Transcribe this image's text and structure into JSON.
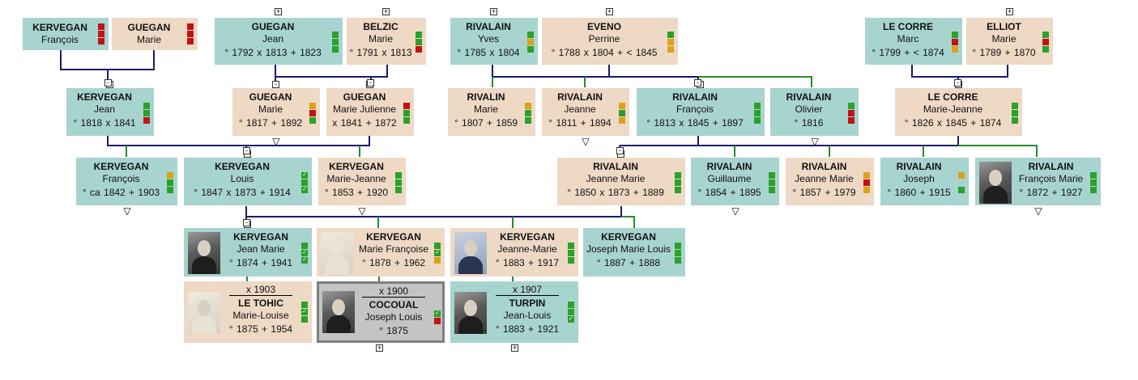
{
  "colors": {
    "male_bg": "#a8d4cf",
    "female_bg": "#eed9c5",
    "selected_bg": "#c4c4c4",
    "line_blue": "#1a1a6e",
    "line_green": "#2b8a2b",
    "status_green": "#2ba02b",
    "status_red": "#c01313",
    "status_yellow": "#dca21a"
  },
  "icons": {
    "expand": "expand-box-icon",
    "collapse": "down-triangle-icon",
    "check": "check-icon",
    "photo": "portrait-photo-icon"
  },
  "persons": [
    {
      "id": "kf1",
      "surname": "KERVEGAN",
      "given": "François",
      "dates": "",
      "sex": "m",
      "status": [
        "r",
        "r",
        "r"
      ]
    },
    {
      "id": "gm1",
      "surname": "GUEGAN",
      "given": "Marie",
      "dates": "",
      "sex": "f",
      "status": [
        "r",
        "r",
        "r"
      ]
    },
    {
      "id": "gj",
      "surname": "GUEGAN",
      "given": "Jean",
      "dates": "° 1792   x 1813   + 1823",
      "sex": "m",
      "status": [
        "g",
        "g",
        "g"
      ]
    },
    {
      "id": "bm",
      "surname": "BELZIC",
      "given": "Marie",
      "dates": "° 1791   x 1813",
      "sex": "f",
      "status": [
        "g",
        "g",
        "r"
      ]
    },
    {
      "id": "ry",
      "surname": "RIVALAIN",
      "given": "Yves",
      "dates": "° 1785   x 1804",
      "sex": "m",
      "status": [
        "g",
        "y",
        "g"
      ]
    },
    {
      "id": "ep",
      "surname": "EVENO",
      "given": "Perrine",
      "dates": "° 1788   x 1804   + < 1845",
      "sex": "f",
      "status": [
        "g",
        "y",
        "y"
      ]
    },
    {
      "id": "lcm",
      "surname": "LE CORRE",
      "given": "Marc",
      "dates": "° 1799   + < 1874",
      "sex": "m",
      "status": [
        "g",
        "r",
        "y"
      ]
    },
    {
      "id": "em",
      "surname": "ELLIOT",
      "given": "Marie",
      "dates": "° 1789   + 1870",
      "sex": "f",
      "status": [
        "g",
        "r",
        "g"
      ]
    },
    {
      "id": "kj",
      "surname": "KERVEGAN",
      "given": "Jean",
      "dates": "° 1818   x 1841",
      "sex": "m",
      "status": [
        "g",
        "g",
        "r"
      ]
    },
    {
      "id": "gm2",
      "surname": "GUEGAN",
      "given": "Marie",
      "dates": "° 1817   + 1892",
      "sex": "f",
      "status": [
        "y",
        "r",
        "g"
      ]
    },
    {
      "id": "gmj",
      "surname": "GUEGAN",
      "given": "Marie Julienne",
      "dates": "x 1841   + 1872",
      "sex": "f",
      "status": [
        "r",
        "g",
        "g"
      ]
    },
    {
      "id": "rm",
      "surname": "RIVALIN",
      "given": "Marie",
      "dates": "° 1807   + 1859",
      "sex": "f",
      "status": [
        "y",
        "g",
        "g"
      ]
    },
    {
      "id": "rje",
      "surname": "RIVALAIN",
      "given": "Jeanne",
      "dates": "° 1811   + 1894",
      "sex": "f",
      "status": [
        "y",
        "g",
        "y"
      ]
    },
    {
      "id": "rf",
      "surname": "RIVALAIN",
      "given": "François",
      "dates": "° 1813   x 1845   + 1897",
      "sex": "m",
      "status": [
        "g",
        "g",
        "g"
      ]
    },
    {
      "id": "ro",
      "surname": "RIVALAIN",
      "given": "Olivier",
      "dates": "° 1816",
      "sex": "m",
      "status": [
        "g",
        "r",
        "r"
      ]
    },
    {
      "id": "lcmj",
      "surname": "LE CORRE",
      "given": "Marie-Jeanne",
      "dates": "° 1826   x 1845   + 1874",
      "sex": "f",
      "status": [
        "g",
        "g",
        "g"
      ]
    },
    {
      "id": "kf2",
      "surname": "KERVEGAN",
      "given": "François",
      "dates": "° ca 1842   + 1903",
      "sex": "m",
      "status": [
        "y",
        "g",
        "g"
      ]
    },
    {
      "id": "kl",
      "surname": "KERVEGAN",
      "given": "Louis",
      "dates": "° 1847   x 1873   + 1914",
      "sex": "m",
      "status": [
        "c",
        "g",
        "c"
      ]
    },
    {
      "id": "kmj",
      "surname": "KERVEGAN",
      "given": "Marie-Jeanne",
      "dates": "° 1853   + 1920",
      "sex": "f",
      "status": [
        "g",
        "g",
        "g"
      ]
    },
    {
      "id": "rjm",
      "surname": "RIVALAIN",
      "given": "Jeanne Marie",
      "dates": "° 1850   x 1873   + 1889",
      "sex": "f",
      "status": [
        "g",
        "g",
        "g"
      ]
    },
    {
      "id": "rg",
      "surname": "RIVALAIN",
      "given": "Guillaume",
      "dates": "° 1854   + 1895",
      "sex": "m",
      "status": [
        "g",
        "g",
        "g"
      ]
    },
    {
      "id": "rjm2",
      "surname": "RIVALAIN",
      "given": "Jeanne Marie",
      "dates": "° 1857   + 1979",
      "sex": "f",
      "status": [
        "y",
        "r",
        "y"
      ]
    },
    {
      "id": "rjo",
      "surname": "RIVALAIN",
      "given": "Joseph",
      "dates": "° 1860   + 1915",
      "sex": "m",
      "status": [
        "y",
        "",
        "g"
      ]
    },
    {
      "id": "rfm",
      "surname": "RIVALAIN",
      "given": "François Marie",
      "dates": "° 1872   + 1927",
      "sex": "m",
      "status": [
        "g",
        "g",
        "g"
      ]
    },
    {
      "id": "kjm",
      "surname": "KERVEGAN",
      "given": "Jean Marie",
      "dates": "° 1874   + 1941",
      "sex": "m",
      "status": [
        "g",
        "c",
        "c"
      ]
    },
    {
      "id": "kmf",
      "surname": "KERVEGAN",
      "given": "Marie Françoise",
      "dates": "° 1878   + 1962",
      "sex": "f",
      "status": [
        "g",
        "c",
        "y"
      ]
    },
    {
      "id": "kjma",
      "surname": "KERVEGAN",
      "given": "Jeanne-Marie",
      "dates": "° 1883   + 1917",
      "sex": "f",
      "status": [
        "g",
        "g",
        "g"
      ]
    },
    {
      "id": "kjml",
      "surname": "KERVEGAN",
      "given": "Joseph Marie Louis",
      "dates": "° 1887   + 1888",
      "sex": "m",
      "status": [
        "g",
        "g",
        "g"
      ]
    },
    {
      "id": "ltml",
      "marriage": "x 1903",
      "surname": "LE TOHIC",
      "given": "Marie-Louise",
      "dates": "° 1875   + 1954",
      "sex": "f",
      "status": [
        "g",
        "c",
        "g"
      ]
    },
    {
      "id": "cjl",
      "marriage": "x 1900",
      "surname": "COCOUAL",
      "given": "Joseph Louis",
      "dates": "° 1875",
      "sex": "m",
      "status": [
        "",
        "c",
        "r"
      ]
    },
    {
      "id": "tjl",
      "marriage": "x 1907",
      "surname": "TURPIN",
      "given": "Jean-Louis",
      "dates": "° 1883   + 1921",
      "sex": "m",
      "status": [
        "g",
        "g",
        "c"
      ]
    }
  ]
}
